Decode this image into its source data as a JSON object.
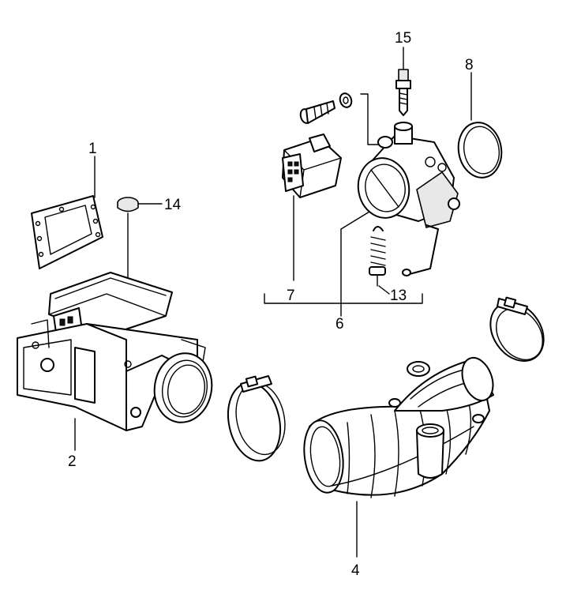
{
  "labels": {
    "p1": "1",
    "p2": "2",
    "p4": "4",
    "p6": "6",
    "p7": "7",
    "p8": "8",
    "p13": "13",
    "p14": "14",
    "p15": "15"
  },
  "parts": [
    {
      "number": "1",
      "icon": "gasket-icon"
    },
    {
      "number": "2",
      "icon": "air-flow-meter-icon"
    },
    {
      "number": "4",
      "icon": "intake-hose-icon"
    },
    {
      "number": "6",
      "icon": "throttle-body-icon"
    },
    {
      "number": "7",
      "icon": "relay-icon"
    },
    {
      "number": "8",
      "icon": "o-ring-icon"
    },
    {
      "number": "13",
      "icon": "spring-icon"
    },
    {
      "number": "14",
      "icon": "plug-icon"
    },
    {
      "number": "15",
      "icon": "valve-icon"
    }
  ]
}
